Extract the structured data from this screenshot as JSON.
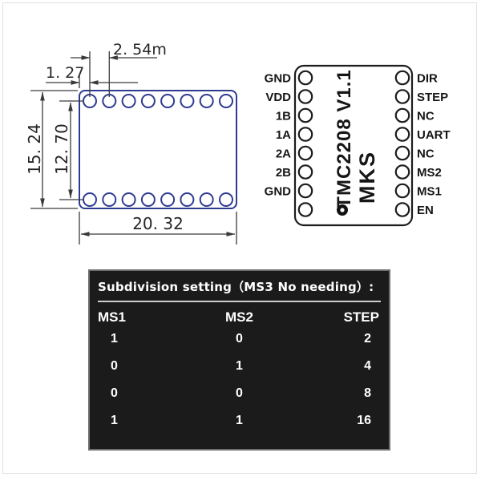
{
  "drawing": {
    "dim_pitch": "2. 54m",
    "dim_edge": "1. 27",
    "dim_height": "15. 24",
    "dim_rows": "12. 70",
    "dim_width": "20. 32"
  },
  "chip": {
    "name_vertical": "TMC2208  V1.1",
    "brand_vertical": "MKS",
    "left_pins": [
      "GND",
      "VDD",
      "1B",
      "1A",
      "2A",
      "2B",
      "GND"
    ],
    "right_pins": [
      "DIR",
      "STEP",
      "NC",
      "UART",
      "NC",
      "MS2",
      "MS1",
      "EN"
    ]
  },
  "table": {
    "title": "Subdivision setting（MS3 No needing）:",
    "headers": [
      "MS1",
      "MS2",
      "STEP"
    ],
    "rows": [
      [
        "1",
        "0",
        "2"
      ],
      [
        "0",
        "1",
        "4"
      ],
      [
        "0",
        "0",
        "8"
      ],
      [
        "1",
        "1",
        "16"
      ]
    ]
  },
  "colors": {
    "pcb_outline": "#2e3b91",
    "chip_outline": "#1c1c1c",
    "dimension_lines": "#3a3a3a",
    "table_background": "#1b1b1b",
    "table_text": "#ffffff",
    "table_border": "#6e6e6e"
  }
}
